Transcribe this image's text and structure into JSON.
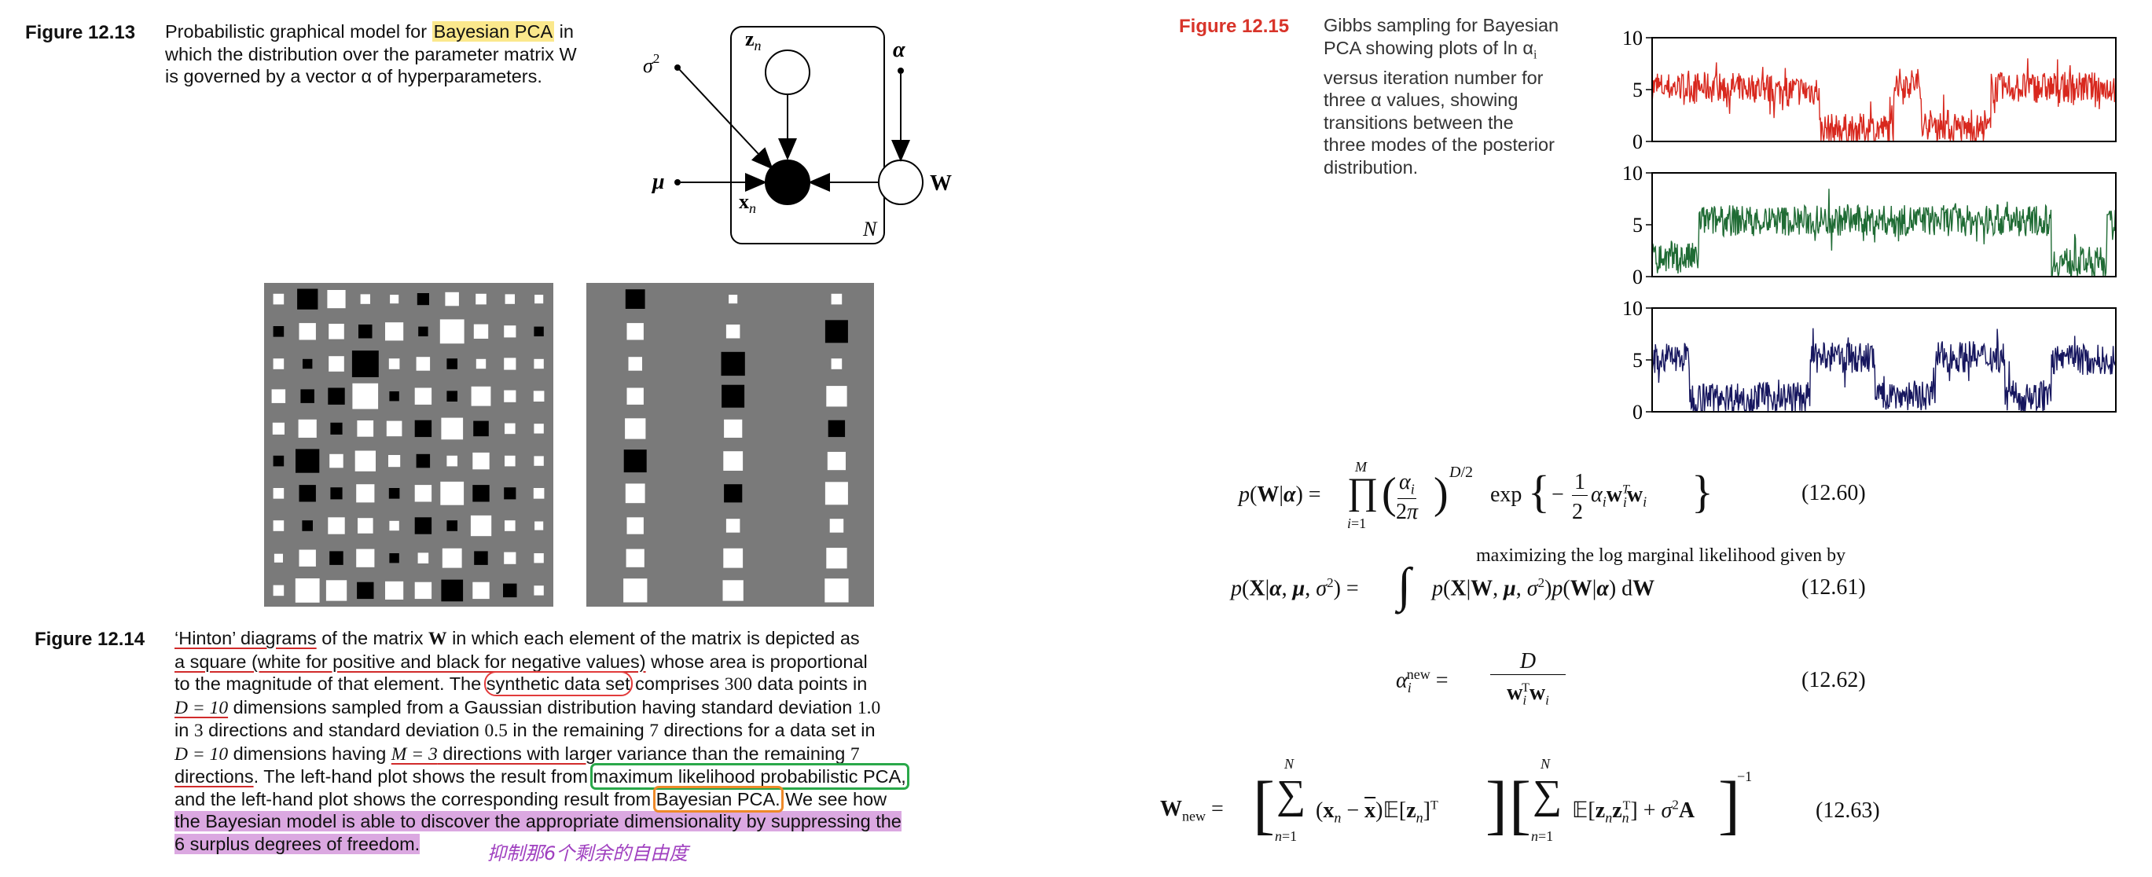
{
  "fig13": {
    "label": "Figure 12.13",
    "cap_a": "Probabilistic graphical model for ",
    "cap_hl": "Bayesian PCA",
    "cap_b": " in",
    "cap_line2": "which the distribution over the parameter matrix W",
    "cap_line3": "is governed by a vector α of hyperparameters.",
    "nodes": {
      "z": "z",
      "z_sub": "n",
      "x": "x",
      "x_sub": "n",
      "sigma": "σ",
      "sigma_sup": "2",
      "mu": "μ",
      "alpha": "α",
      "W": "W",
      "N": "N"
    }
  },
  "fig14": {
    "label": "Figure 12.14",
    "lines": [
      [
        "‘Hinton’ diagrams",
        " of the matrix ",
        "W",
        " in which each element of the matrix is depicted as"
      ],
      [
        "a square (white for positive and black for negative values)",
        " whose area is proportional"
      ],
      [
        "to the magnitude of that element.  The ",
        "synthetic data set",
        " comprises ",
        "300",
        " data points in"
      ],
      [
        "D = 10",
        " dimensions sampled from a Gaussian distribution having standard deviation ",
        "1.0"
      ],
      [
        "in ",
        "3",
        " directions and standard deviation ",
        "0.5",
        " in the remaining ",
        "7",
        " directions for a data set in"
      ],
      [
        "D = 10",
        " dimensions having ",
        "M = 3",
        " directions with larger variance than the remaining ",
        "7"
      ],
      [
        "directions",
        ". The left-hand plot shows the result from ",
        "maximum likelihood probabilistic PCA,"
      ],
      [
        "and the left-hand plot shows the corresponding result from ",
        "Bayesian PCA.",
        " We see how"
      ],
      [
        "the Bayesian model is able to discover the appropriate dimensionality by suppressing the"
      ],
      [
        "6 surplus degrees of freedom."
      ]
    ],
    "note_cn": "抑制那6个剩余的自由度"
  },
  "fig15": {
    "label": "Figure 12.15",
    "lines": [
      "Gibbs sampling for Bayesian",
      "PCA showing plots of ln α",
      "versus iteration number for",
      "three  α  values, showing",
      "transitions    between    the",
      "three modes of the posterior",
      "distribution."
    ],
    "ln_sub": "i"
  },
  "chart_data": [
    {
      "type": "line",
      "ylim": [
        0,
        10
      ],
      "yticks": [
        "0",
        "5",
        "10"
      ],
      "series": [
        {
          "color": "#d8281e",
          "segments": [
            [
              0,
              0.25,
              5.2
            ],
            [
              0.25,
              0.36,
              4.9
            ],
            [
              0.36,
              0.52,
              1.2
            ],
            [
              0.52,
              0.58,
              5.6
            ],
            [
              0.58,
              0.64,
              1.6
            ],
            [
              0.64,
              0.73,
              1.2
            ],
            [
              0.73,
              1.0,
              5.2
            ]
          ]
        }
      ]
    },
    {
      "type": "line",
      "ylim": [
        0,
        10
      ],
      "yticks": [
        "0",
        "5",
        "10"
      ],
      "series": [
        {
          "color": "#1f6b34",
          "segments": [
            [
              0,
              0.1,
              1.8
            ],
            [
              0.1,
              0.86,
              5.4
            ],
            [
              0.86,
              0.98,
              1.4
            ],
            [
              0.98,
              1.0,
              5.0
            ]
          ]
        }
      ]
    },
    {
      "type": "line",
      "ylim": [
        0,
        10
      ],
      "yticks": [
        "0",
        "5",
        "10"
      ],
      "series": [
        {
          "color": "#16165e",
          "segments": [
            [
              0,
              0.08,
              5.2
            ],
            [
              0.08,
              0.34,
              1.4
            ],
            [
              0.34,
              0.48,
              5.2
            ],
            [
              0.48,
              0.61,
              1.6
            ],
            [
              0.61,
              0.76,
              5.3
            ],
            [
              0.76,
              0.86,
              1.5
            ],
            [
              0.86,
              1.0,
              5.0
            ]
          ]
        }
      ]
    }
  ],
  "hinton": {
    "left": {
      "cols": 10,
      "rows": 10,
      "cells": [
        [
          0.12,
          -0.45,
          0.35,
          0.1,
          0.08,
          -0.15,
          0.2,
          0.12,
          0.1,
          0.08
        ],
        [
          -0.12,
          0.3,
          0.25,
          -0.2,
          0.35,
          -0.1,
          0.62,
          0.22,
          0.15,
          -0.1
        ],
        [
          0.12,
          -0.1,
          0.25,
          -0.75,
          0.12,
          0.2,
          -0.12,
          0.1,
          0.15,
          0.1
        ],
        [
          0.2,
          -0.2,
          -0.3,
          0.7,
          -0.1,
          0.3,
          -0.12,
          0.4,
          0.15,
          0.12
        ],
        [
          0.15,
          0.35,
          -0.15,
          0.28,
          0.25,
          -0.3,
          0.5,
          -0.25,
          0.12,
          0.1
        ],
        [
          -0.12,
          -0.6,
          0.2,
          0.45,
          0.15,
          -0.2,
          0.12,
          0.3,
          0.12,
          0.1
        ],
        [
          0.12,
          -0.3,
          -0.15,
          0.35,
          -0.12,
          0.3,
          0.58,
          -0.3,
          -0.15,
          0.12
        ],
        [
          0.12,
          -0.12,
          0.3,
          0.25,
          0.1,
          -0.3,
          -0.12,
          0.45,
          0.12,
          0.08
        ],
        [
          0.08,
          0.3,
          -0.2,
          0.35,
          -0.1,
          0.12,
          0.4,
          -0.2,
          0.15,
          0.1
        ],
        [
          0.12,
          0.62,
          0.45,
          -0.3,
          0.35,
          0.3,
          -0.5,
          0.3,
          -0.2,
          0.1
        ]
      ]
    },
    "right": {
      "cols": 3,
      "rows": 10,
      "cells": [
        [
          -0.4,
          0.08,
          0.12
        ],
        [
          0.3,
          0.2,
          -0.55
        ],
        [
          0.2,
          -0.6,
          0.12
        ],
        [
          0.3,
          -0.55,
          0.45
        ],
        [
          0.45,
          0.35,
          -0.3
        ],
        [
          -0.55,
          0.4,
          0.35
        ],
        [
          0.4,
          -0.35,
          0.55
        ],
        [
          0.3,
          0.2,
          0.2
        ],
        [
          0.35,
          0.4,
          0.45
        ],
        [
          0.6,
          0.45,
          0.6
        ]
      ]
    }
  },
  "equations": {
    "e60": {
      "num": "(12.60)"
    },
    "e61_pre": "maximizing the log marginal likelihood given by",
    "e61": {
      "num": "(12.61)"
    },
    "e62": {
      "num": "(12.62)"
    },
    "e63": {
      "num": "(12.63)"
    }
  }
}
